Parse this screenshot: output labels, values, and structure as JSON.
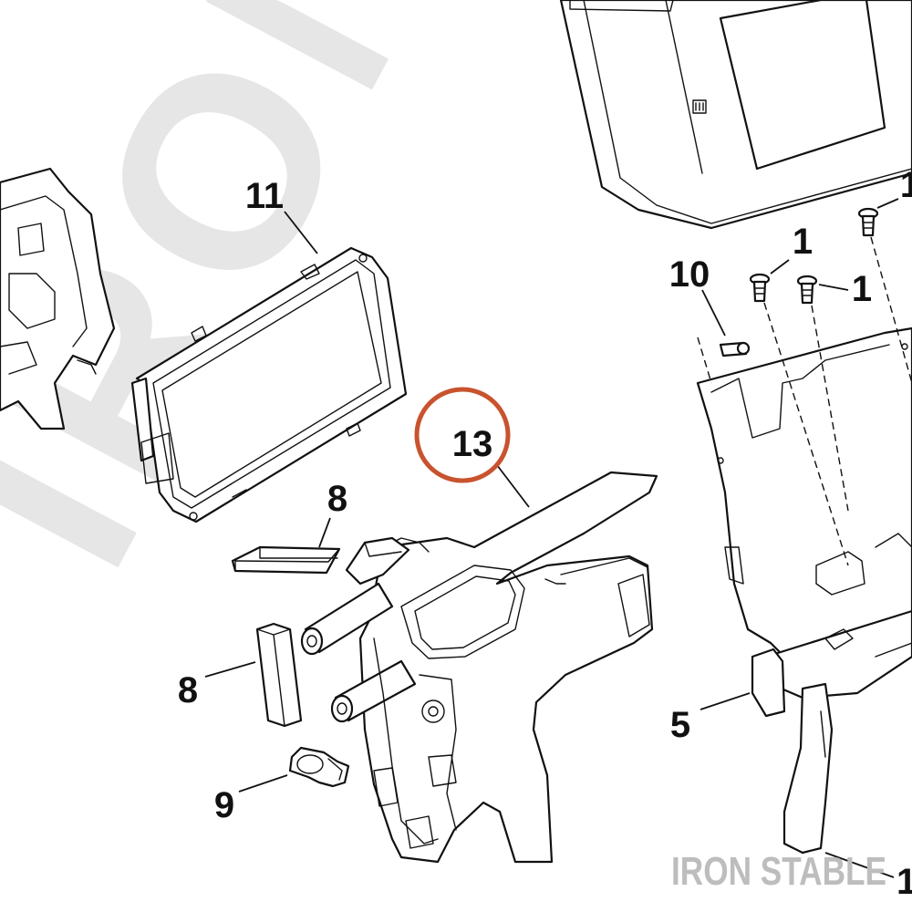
{
  "diagram": {
    "background_color": "#ffffff",
    "highlight_color": "#c8532e",
    "callouts": [
      {
        "id": "c11",
        "label": "11"
      },
      {
        "id": "c13",
        "label": "13",
        "highlighted": true
      },
      {
        "id": "c8a",
        "label": "8"
      },
      {
        "id": "c8b",
        "label": "8"
      },
      {
        "id": "c9",
        "label": "9"
      },
      {
        "id": "c10",
        "label": "10"
      },
      {
        "id": "c1a",
        "label": "1"
      },
      {
        "id": "c1b",
        "label": "1"
      },
      {
        "id": "c1c",
        "label": "1"
      },
      {
        "id": "c5",
        "label": "5"
      },
      {
        "id": "c1d",
        "label": "1"
      }
    ],
    "watermark": "IRON STABLE",
    "watermark_large": "IRON STA"
  }
}
